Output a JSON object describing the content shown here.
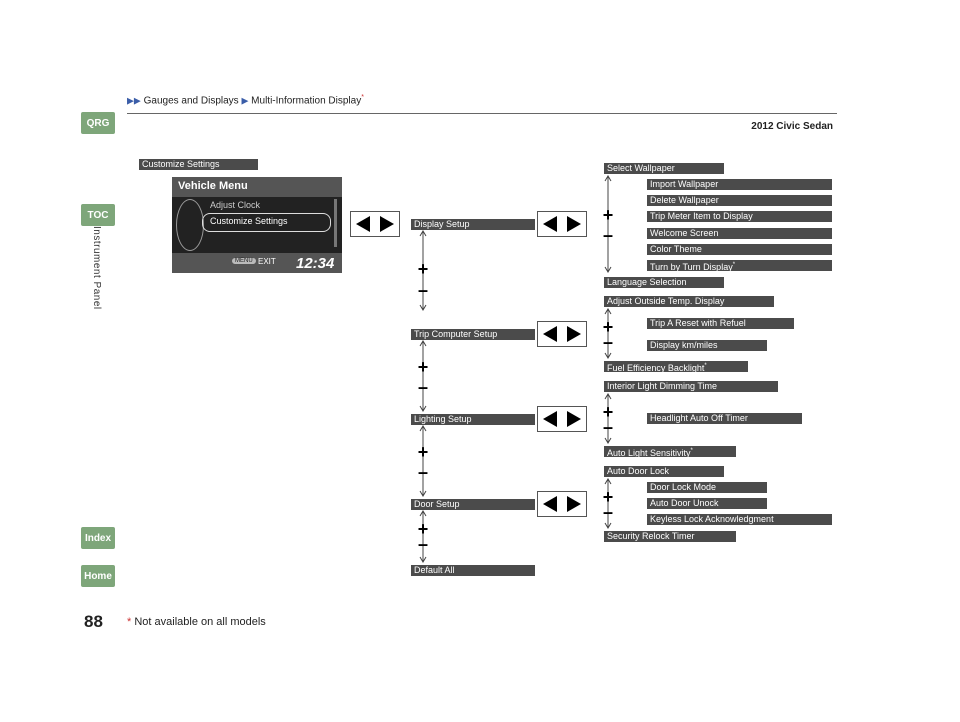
{
  "nav": {
    "qrg": "QRG",
    "toc": "TOC",
    "index": "Index",
    "home": "Home"
  },
  "header": {
    "crumb1": "Gauges and Displays",
    "crumb2": "Multi-Information Display",
    "crumb2_mark": "*",
    "model": "2012 Civic Sedan"
  },
  "section_label": "Instrument Panel",
  "page_number": "88",
  "footnote": {
    "mark": "*",
    "text": "Not available on all models"
  },
  "screen": {
    "title": "Vehicle Menu",
    "item1": "Adjust Clock",
    "item2": "Customize Settings",
    "menu_key": "MENU",
    "exit": "EXIT",
    "clock": "12:34"
  },
  "diagram": {
    "root": "Customize Settings",
    "groups": [
      "Display Setup",
      "Trip Computer Setup",
      "Lighting Setup",
      "Door Setup",
      "Default All"
    ],
    "display": [
      "Select Wallpaper",
      "Import Wallpaper",
      "Delete Wallpaper",
      "Trip Meter Item to Display",
      "Welcome Screen",
      "Color Theme",
      "Turn by Turn Display",
      "Language Selection",
      "Adjust Outside Temp. Display"
    ],
    "trip": [
      "Trip A Reset with Refuel",
      "Display km/miles",
      "Fuel Efficiency Backlight"
    ],
    "lighting": [
      "Interior Light Dimming Time",
      "Headlight Auto Off Timer",
      "Auto Light Sensitivity"
    ],
    "door": [
      "Auto Door Lock",
      "Door Lock Mode",
      "Auto Door Unock",
      "Keyless Lock Acknowledgment",
      "Security Relock Timer"
    ],
    "asterisk": "*",
    "plus": "+",
    "minus": "–"
  }
}
